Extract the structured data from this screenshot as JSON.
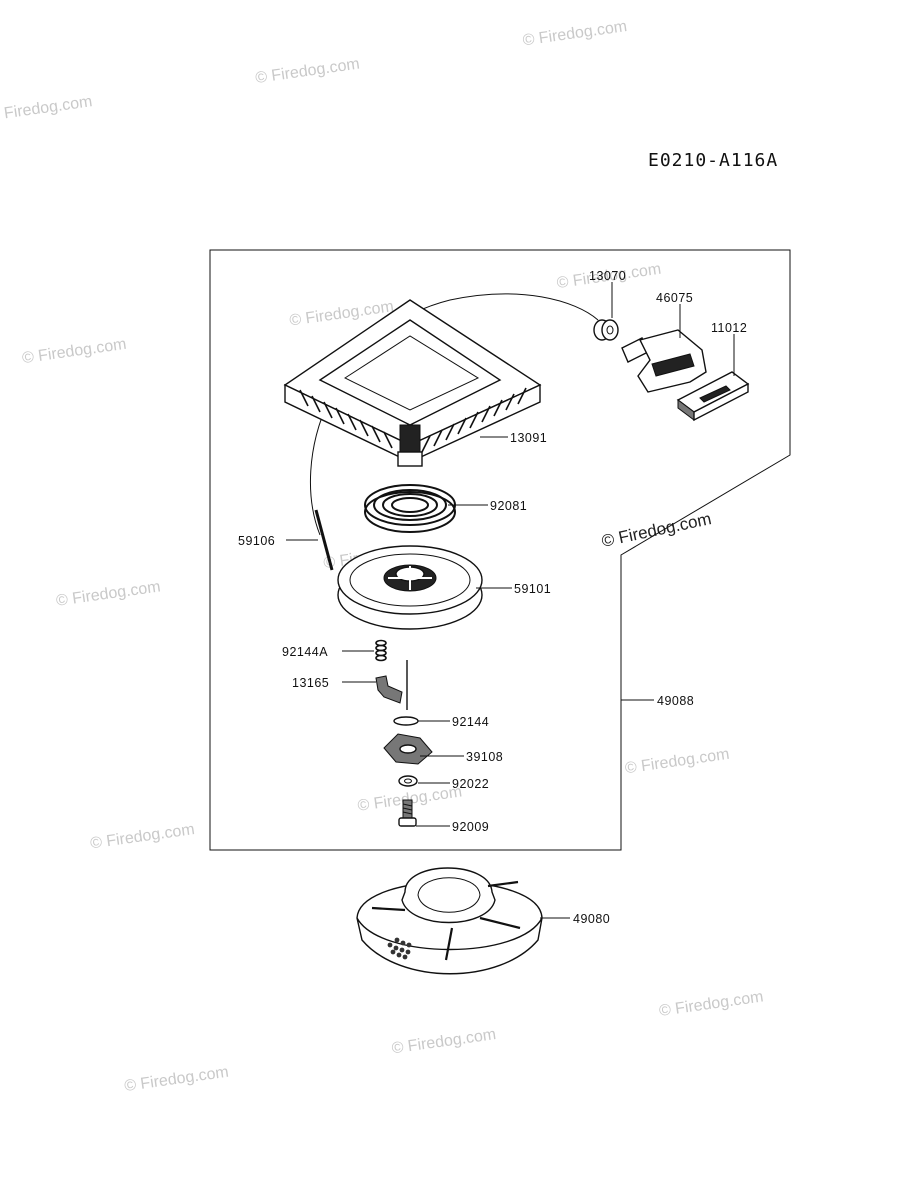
{
  "diagram_code": "E0210-A116A",
  "watermark": "© Firedog.com",
  "parts": {
    "p13070": "13070",
    "p46075": "46075",
    "p11012": "11012",
    "p13091": "13091",
    "p92081": "92081",
    "p59106": "59106",
    "p59101": "59101",
    "p92144A": "92144A",
    "p13165": "13165",
    "p92144": "92144",
    "p39108": "39108",
    "p92022": "92022",
    "p92009": "92009",
    "p49088": "49088",
    "p49080": "49080"
  }
}
